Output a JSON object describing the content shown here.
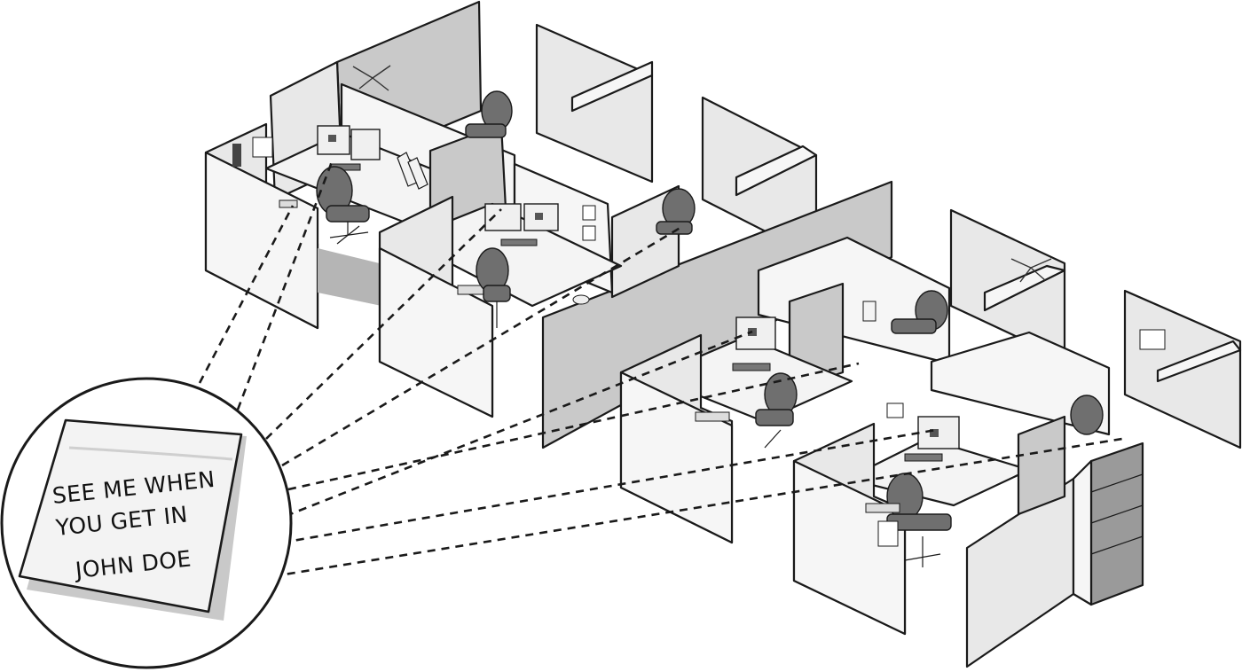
{
  "sticky_note": {
    "line1": "SEE ME WHEN",
    "line2": "YOU GET IN",
    "line3": "JOHN DOE"
  }
}
